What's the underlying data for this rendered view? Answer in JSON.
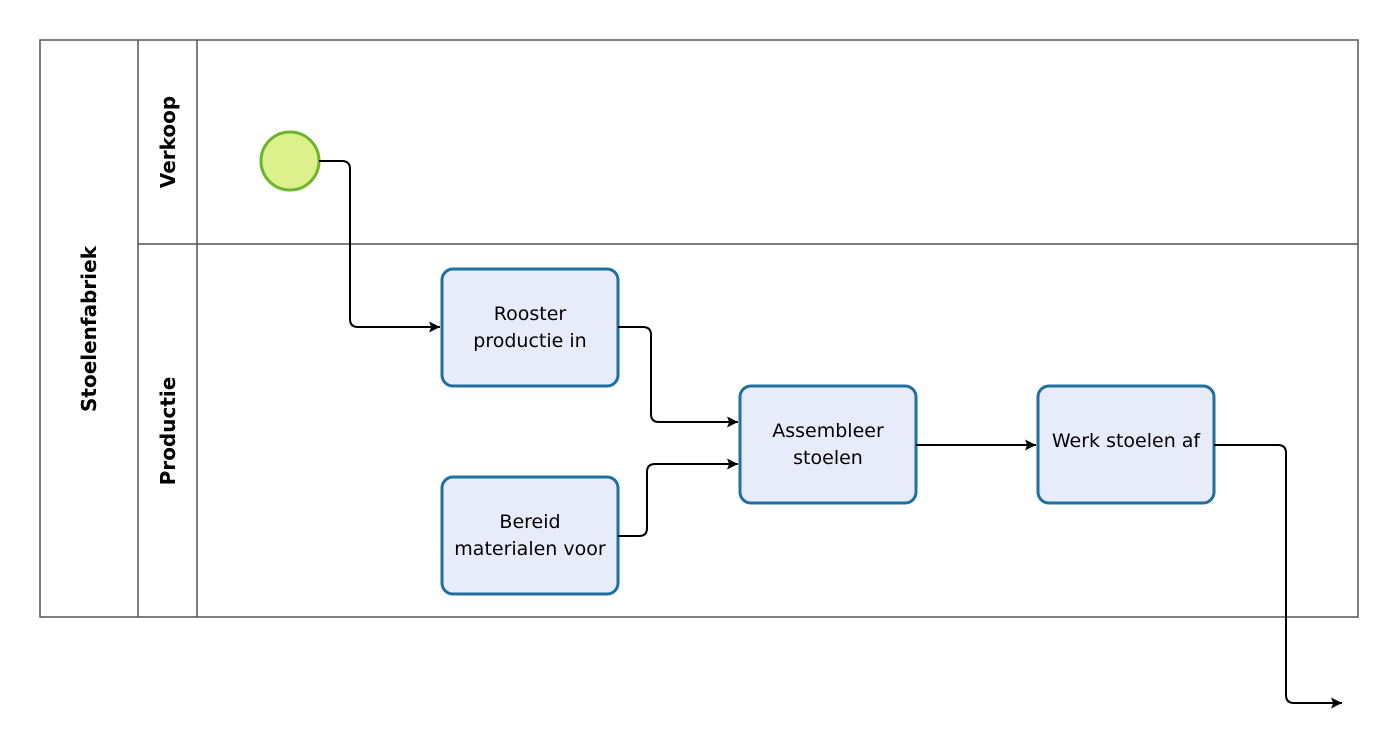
{
  "pool": {
    "name": "Stoelenfabriek"
  },
  "lanes": [
    {
      "id": "verkoop",
      "name": "Verkoop"
    },
    {
      "id": "productie",
      "name": "Productie"
    }
  ],
  "tasks": [
    {
      "id": "rooster",
      "label": "Rooster\nproductie in"
    },
    {
      "id": "bereid",
      "label": "Bereid\nmaterialen voor"
    },
    {
      "id": "assembleer",
      "label": "Assembleer\nstoelen"
    },
    {
      "id": "werk",
      "label": "Werk stoelen af"
    }
  ],
  "colors": {
    "task_fill": "#e8ecfa",
    "task_stroke": "#1f6fa0",
    "start_fill": "#dcf08c",
    "start_stroke": "#6cb52c",
    "line": "#000000"
  }
}
